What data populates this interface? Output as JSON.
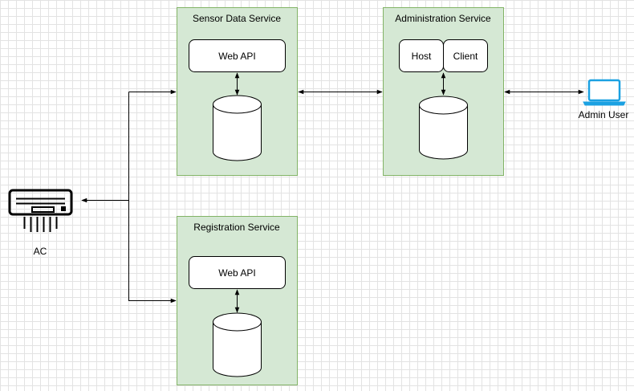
{
  "services": {
    "sensor": {
      "title": "Sensor Data Service",
      "api_label": "Web API"
    },
    "admin": {
      "title": "Administration Service",
      "host_label": "Host",
      "client_label": "Client"
    },
    "registration": {
      "title": "Registration Service",
      "api_label": "Web API"
    }
  },
  "actors": {
    "ac": {
      "label": "AC",
      "icon": "air-conditioner-icon"
    },
    "admin_user": {
      "label": "Admin User",
      "icon": "laptop-icon"
    }
  },
  "colors": {
    "container_fill": "#d5e8d4",
    "container_stroke": "#82b366",
    "admin_icon": "#1ba1e2",
    "line": "#000000"
  }
}
